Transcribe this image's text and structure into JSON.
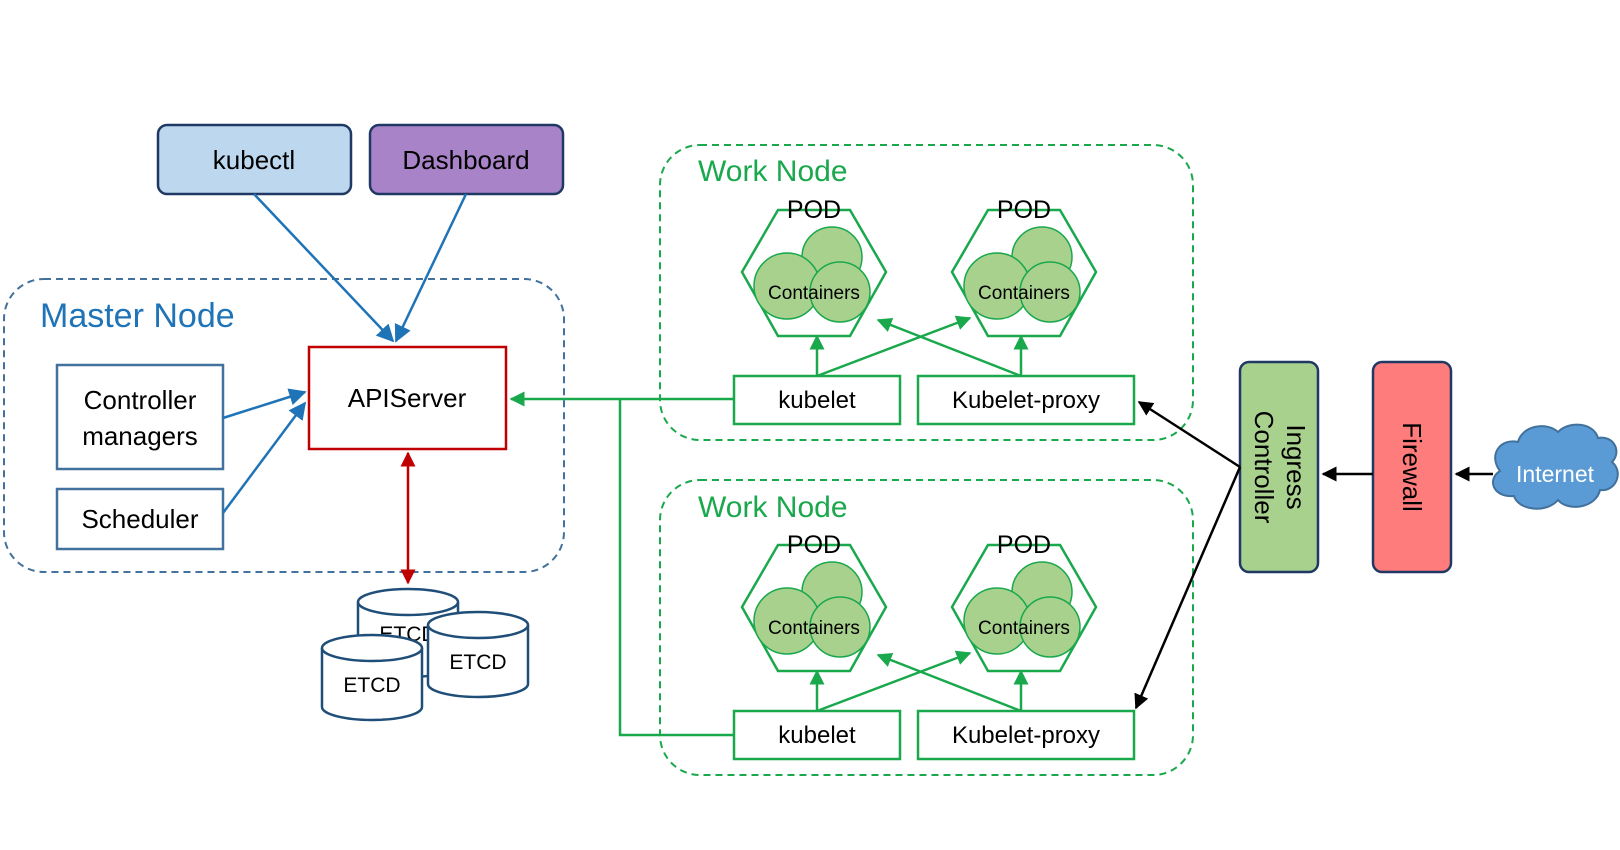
{
  "colors": {
    "blue": "#1f73b7",
    "green": "#1aa84d",
    "red": "#c00000",
    "black": "#000000",
    "kubectl_fill": "#bdd7ee",
    "dashboard_fill": "#a883c8",
    "ingress_fill": "#a9d18e",
    "firewall_fill": "#ff7c7c",
    "internet_fill": "#5b9bd5",
    "container_fill": "#a9d18e",
    "etcd_stroke": "#1f4e79"
  },
  "clients": {
    "kubectl": "kubectl",
    "dashboard": "Dashboard"
  },
  "master": {
    "title": "Master Node",
    "apiserver": "APIServer",
    "controller_line1": "Controller",
    "controller_line2": "managers",
    "scheduler": "Scheduler"
  },
  "etcd": {
    "label": "ETCD"
  },
  "work_nodes": [
    {
      "title": "Work Node",
      "pods": [
        {
          "label": "POD",
          "containers": "Containers"
        },
        {
          "label": "POD",
          "containers": "Containers"
        }
      ],
      "kubelet": "kubelet",
      "proxy": "Kubelet-proxy"
    },
    {
      "title": "Work Node",
      "pods": [
        {
          "label": "POD",
          "containers": "Containers"
        },
        {
          "label": "POD",
          "containers": "Containers"
        }
      ],
      "kubelet": "kubelet",
      "proxy": "Kubelet-proxy"
    }
  ],
  "edge": {
    "ingress_line1": "Ingress",
    "ingress_line2": "Controller",
    "firewall": "Firewall",
    "internet": "Internet"
  }
}
